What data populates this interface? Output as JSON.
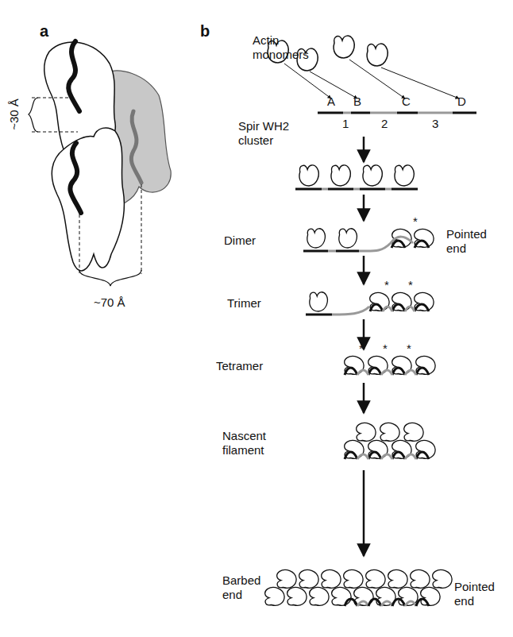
{
  "diagram": {
    "labels": [
      "a",
      "~30 Å",
      "~70 Å",
      "b",
      "Actin monomers",
      "Spir WH2 cluster",
      "A",
      "B",
      "C",
      "D",
      "1",
      "2",
      "3",
      "Dimer",
      "*",
      "Pointed end",
      "Trimer",
      "*",
      "*",
      "Tetramer",
      "*",
      "*",
      "*",
      "Nascent filament",
      "Barbed end",
      "Pointed end"
    ]
  }
}
